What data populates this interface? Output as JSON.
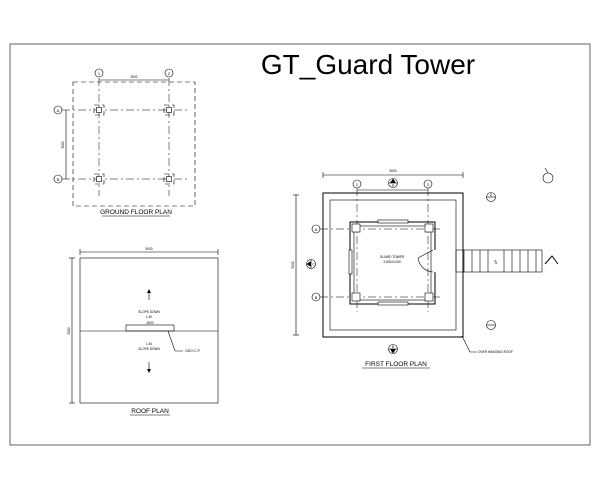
{
  "title": "GT_Guard Tower",
  "plans": {
    "ground": {
      "label": "GROUND FLOOR PLAN",
      "dim_horizontal": "3000",
      "dim_vertical": "3000",
      "grid_columns": [
        "1",
        "2"
      ],
      "grid_rows": [
        "A",
        "B"
      ]
    },
    "roof": {
      "label": "ROOF PLAN",
      "dim_horizontal": "5000",
      "dim_vertical": "5000",
      "slope_top": "SLOPE DOWN",
      "slope_top_ratio": "1:40",
      "slope_bottom": "SLOPE DOWN",
      "slope_bottom_ratio": "1:40",
      "ridge_dim": "3000",
      "ridge_note": "100CI C.P."
    },
    "first": {
      "label": "FIRST FLOOR PLAN",
      "dim_horizontal": "5000",
      "dim_vertical": "5000",
      "grid_columns": [
        "1",
        "2"
      ],
      "grid_rows": [
        "A",
        "B"
      ],
      "room_name": "GUARD TOWER",
      "room_area": "3.000x3.000",
      "stair_label": "UP",
      "parapet_note": "OVER HANGING ROOF",
      "section_markers": [
        "A",
        "B",
        "C",
        "D"
      ]
    }
  }
}
